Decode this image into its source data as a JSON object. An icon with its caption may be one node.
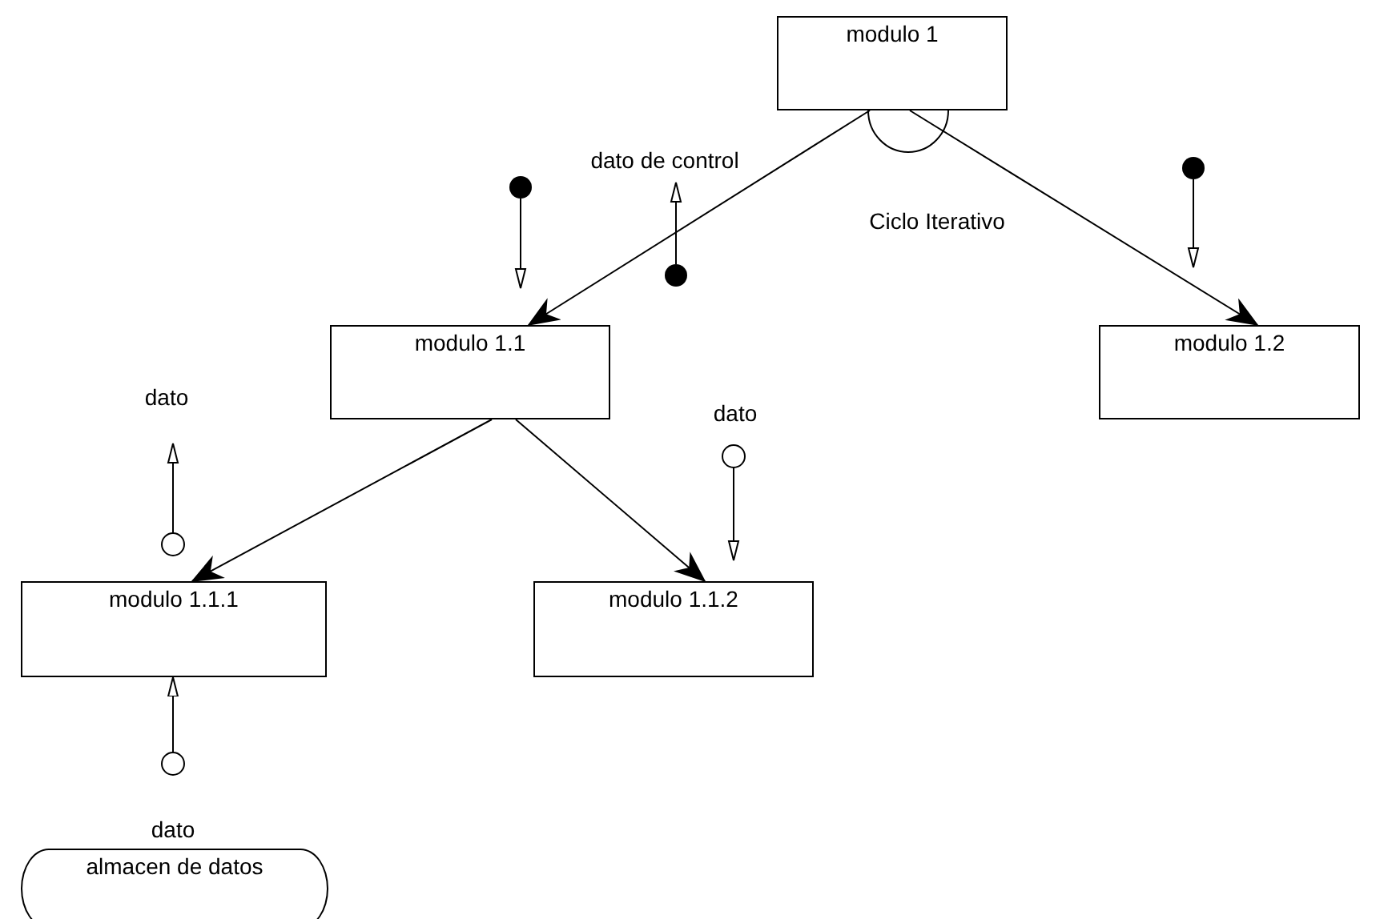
{
  "diagram": {
    "nodes": [
      {
        "text": [
          "modulo 1"
        ]
      },
      {
        "text": [
          "modulo 1.1"
        ]
      },
      {
        "text": [
          "modulo 1.2"
        ]
      },
      {
        "text": [
          "modulo 1.1.1"
        ]
      },
      {
        "text": [
          "modulo 1.1.2"
        ]
      },
      {
        "text": [
          "almacen de datos"
        ]
      }
    ],
    "edges": [
      {
        "from": 0,
        "to": 1,
        "arrow": "to"
      },
      {
        "from": 0,
        "to": 2,
        "arrow": "to"
      },
      {
        "from": 1,
        "to": 3,
        "arrow": "to"
      },
      {
        "from": 1,
        "to": 4,
        "arrow": "to"
      },
      {
        "from": null,
        "to": 3,
        "arrow": "to",
        "label": "dato"
      }
    ],
    "labels": [
      "dato de control",
      "Ciclo Iterativo",
      "dato",
      "dato"
    ]
  }
}
